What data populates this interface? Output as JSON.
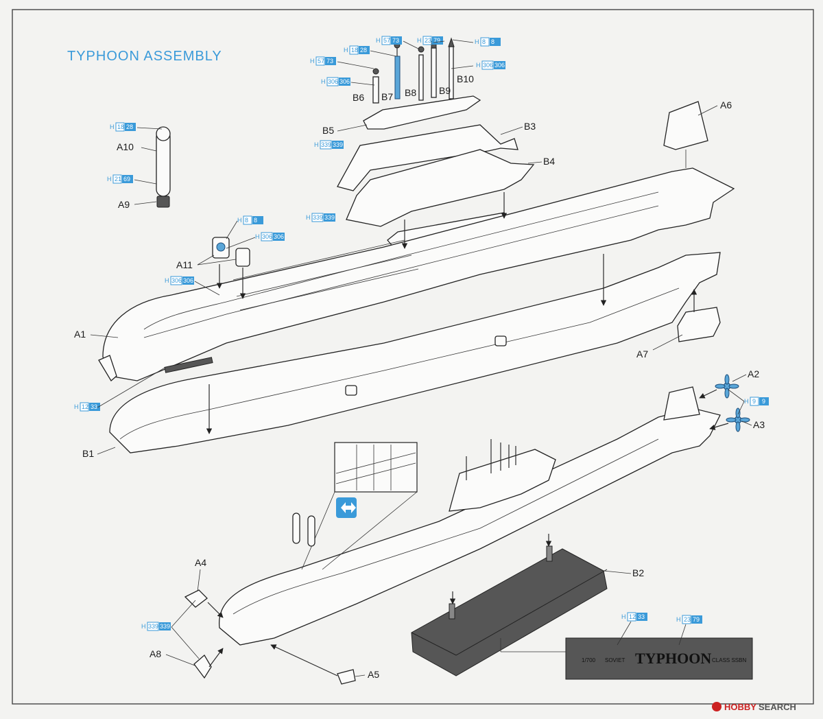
{
  "title": "TYPHOON ASSEMBLY",
  "colors": {
    "accent_blue": "#3a9ad9",
    "line": "#222222",
    "paper": "#f3f3f1",
    "stand": "#565656"
  },
  "part_labels": {
    "A1": "A1",
    "A2": "A2",
    "A3": "A3",
    "A4": "A4",
    "A5": "A5",
    "A6": "A6",
    "A7": "A7",
    "A8": "A8",
    "A9": "A9",
    "A10": "A10",
    "A11": "A11",
    "B1": "B1",
    "B2": "B2",
    "B3": "B3",
    "B4": "B4",
    "B5": "B5",
    "B6": "B6",
    "B7": "B7",
    "B8": "B8",
    "B9": "B9",
    "B10": "B10"
  },
  "color_codes": [
    {
      "prefix": "H",
      "a": "57",
      "b": "73"
    },
    {
      "prefix": "H",
      "a": "18",
      "b": "28"
    },
    {
      "prefix": "H",
      "a": "57",
      "b": "73"
    },
    {
      "prefix": "H",
      "a": "23",
      "b": "79"
    },
    {
      "prefix": "H",
      "a": "8",
      "b": "8"
    },
    {
      "prefix": "H",
      "a": "306",
      "b": "306"
    },
    {
      "prefix": "H",
      "a": "306",
      "b": "306"
    },
    {
      "prefix": "H",
      "a": "339",
      "b": "339"
    },
    {
      "prefix": "H",
      "a": "18",
      "b": "28"
    },
    {
      "prefix": "H",
      "a": "21",
      "b": "69"
    },
    {
      "prefix": "H",
      "a": "8",
      "b": "8"
    },
    {
      "prefix": "H",
      "a": "306",
      "b": "306"
    },
    {
      "prefix": "H",
      "a": "306",
      "b": "306"
    },
    {
      "prefix": "H",
      "a": "339",
      "b": "339"
    },
    {
      "prefix": "H",
      "a": "12",
      "b": "33"
    },
    {
      "prefix": "H",
      "a": "9",
      "b": "9"
    },
    {
      "prefix": "H",
      "a": "339",
      "b": "339"
    },
    {
      "prefix": "H",
      "a": "12",
      "b": "33"
    },
    {
      "prefix": "H",
      "a": "23",
      "b": "79"
    }
  ],
  "stand_plate": {
    "scale": "1/700",
    "prefix": "SOVIET",
    "name": "TYPHOON",
    "suffix": "CLASS SSBN"
  },
  "watermark": {
    "brand": "HOBBY",
    "suffix": "SEARCH"
  }
}
